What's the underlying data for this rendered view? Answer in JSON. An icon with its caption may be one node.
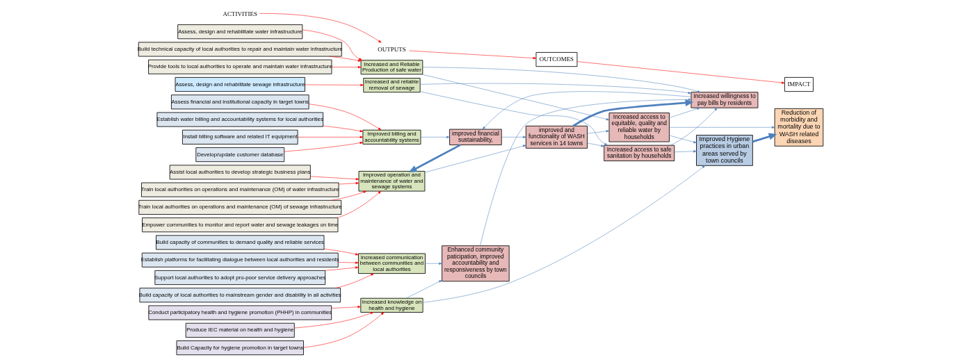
{
  "diagram": {
    "nodes": [
      {
        "text": [
          "ACTIVITIES"
        ]
      },
      {
        "text": [
          "OUTPUTS"
        ]
      },
      {
        "text": [
          "OUTCOMES"
        ]
      },
      {
        "text": [
          "IMPACT"
        ]
      },
      {
        "text": [
          "Assess, design and rehabilitate water infrastructure"
        ]
      },
      {
        "text": [
          "Build technical capacity of local authorities to repair and maintain water infrastructure"
        ]
      },
      {
        "text": [
          "Provide tools to local authorities to operate and maintain water infrastructure"
        ]
      },
      {
        "text": [
          "Assess, design and rehabilitate sewage infrastructure"
        ]
      },
      {
        "text": [
          "Assess financial and institutional capacity in target towns"
        ]
      },
      {
        "text": [
          "Establish water billing and accountability systems for local authorities"
        ]
      },
      {
        "text": [
          "Install billing software and related IT equipment"
        ]
      },
      {
        "text": [
          "Develop/update customer database"
        ]
      },
      {
        "text": [
          "Assist local authorities to develop strategic business plans"
        ]
      },
      {
        "text": [
          "Train local authorities on operations and maintenance (OM) of water infrastructure"
        ]
      },
      {
        "text": [
          "Train local authorities on operations and maintenance (OM) of sewage infrastructure"
        ]
      },
      {
        "text": [
          "Empower communities to monitor and report water and sewage leakages on time"
        ]
      },
      {
        "text": [
          "Build capacity of communities to demand quality and reliable services"
        ]
      },
      {
        "text": [
          "Establish platforms for facilitating dialogue between local authorities and residents"
        ]
      },
      {
        "text": [
          "Support local authorities to adopt pro-poor service delivery approaches"
        ]
      },
      {
        "text": [
          "Build capacity of local authorities to mainstream gender and disability in all activities"
        ]
      },
      {
        "text": [
          "Conduct participatory health and hygiene promotion (PHHP) in communities"
        ]
      },
      {
        "text": [
          "Produce IEC material on health and hygiene"
        ]
      },
      {
        "text": [
          "Build Capacity for hygiene promotion in target towns"
        ]
      },
      {
        "text": [
          "Increased and Reliable Production of safe water"
        ]
      },
      {
        "text": [
          "Increased and reliable removal of sewage"
        ]
      },
      {
        "text": [
          "Improved billing and accountability systems"
        ]
      },
      {
        "text": [
          "Improved operation and maintenance of water and sewage systems"
        ]
      },
      {
        "text": [
          "Increased communication between communities and local authorities"
        ]
      },
      {
        "text": [
          "Increased knowledge on health and hygiene"
        ]
      },
      {
        "text": [
          "improved financial sustainability,"
        ]
      },
      {
        "text": [
          "Increased willingness to pay bills by residents"
        ]
      },
      {
        "text": [
          "Enhanced community paticipation, improved accountability and responsiveness by town councils"
        ]
      },
      {
        "text": [
          "improved and functionality of WASH services in 14 towns"
        ]
      },
      {
        "text": [
          "Increased access to equitable, quality and reliable water by households"
        ]
      },
      {
        "text": [
          "Increased access to safe sanitation by households"
        ]
      },
      {
        "text": [
          "Improved Hygiene practices in urban areas served by town councils"
        ]
      },
      {
        "text": [
          "Reduction of morbidity and mortality due to WASH related diseases"
        ]
      }
    ],
    "edges": [
      {
        "from": 0,
        "to": 1,
        "arrow": "to",
        "color": "#ff0000"
      },
      {
        "from": 1,
        "to": 2,
        "arrow": "to",
        "color": "#ff0000"
      },
      {
        "from": 2,
        "to": 3,
        "arrow": "to",
        "color": "#ff0000"
      },
      {
        "from": 4,
        "to": 23,
        "arrow": "to",
        "color": "#ff0000"
      },
      {
        "from": 5,
        "to": 23,
        "arrow": "to",
        "color": "#ff0000"
      },
      {
        "from": 6,
        "to": 23,
        "arrow": "to",
        "color": "#ff0000"
      },
      {
        "from": 7,
        "to": 24,
        "arrow": "to",
        "color": "#ff0000"
      },
      {
        "from": 8,
        "to": 25,
        "arrow": "to",
        "color": "#ff0000"
      },
      {
        "from": 9,
        "to": 25,
        "arrow": "to",
        "color": "#ff0000"
      },
      {
        "from": 10,
        "to": 25,
        "arrow": "to",
        "color": "#ff0000"
      },
      {
        "from": 11,
        "to": 25,
        "arrow": "to",
        "color": "#ff0000"
      },
      {
        "from": 12,
        "to": 26,
        "arrow": "to",
        "color": "#ff0000"
      },
      {
        "from": 13,
        "to": 26,
        "arrow": "to",
        "color": "#ff0000"
      },
      {
        "from": 14,
        "to": 26,
        "arrow": "to",
        "color": "#ff0000"
      },
      {
        "from": 15,
        "to": 26,
        "arrow": "to",
        "color": "#ff0000"
      },
      {
        "from": 16,
        "to": 27,
        "arrow": "to",
        "color": "#ff0000"
      },
      {
        "from": 17,
        "to": 27,
        "arrow": "to",
        "color": "#ff0000"
      },
      {
        "from": 18,
        "to": 27,
        "arrow": "to",
        "color": "#ff0000"
      },
      {
        "from": 19,
        "to": 27,
        "arrow": "to",
        "color": "#ff0000"
      },
      {
        "from": 20,
        "to": 28,
        "arrow": "to",
        "color": "#ff0000"
      },
      {
        "from": 21,
        "to": 28,
        "arrow": "to",
        "color": "#ff0000"
      },
      {
        "from": 22,
        "to": 28,
        "arrow": "to",
        "color": "#ff0000"
      },
      {
        "from": 23,
        "to": 33,
        "arrow": "to",
        "color": "#4f81bd"
      },
      {
        "from": 23,
        "to": 30,
        "arrow": "to",
        "color": "#4f81bd"
      },
      {
        "from": 24,
        "to": 34,
        "arrow": "to",
        "color": "#4f81bd"
      },
      {
        "from": 24,
        "to": 30,
        "arrow": "to",
        "color": "#4f81bd"
      },
      {
        "from": 25,
        "to": 29,
        "arrow": "to",
        "color": "#4f81bd"
      },
      {
        "from": 29,
        "to": 26,
        "arrow": "to",
        "style": "thick",
        "color": "#4f81bd"
      },
      {
        "from": 26,
        "to": 32,
        "arrow": "to",
        "color": "#4f81bd"
      },
      {
        "from": 29,
        "to": 32,
        "arrow": "to",
        "color": "#4f81bd"
      },
      {
        "from": 32,
        "to": 30,
        "arrow": "to",
        "style": "thick",
        "color": "#4f81bd"
      },
      {
        "from": 30,
        "to": 29,
        "arrow": "to",
        "color": "#4f81bd"
      },
      {
        "from": 31,
        "to": 30,
        "arrow": "to",
        "color": "#4f81bd"
      },
      {
        "from": 27,
        "to": 31,
        "arrow": "to",
        "color": "#4f81bd"
      },
      {
        "from": 28,
        "to": 31,
        "arrow": "to",
        "color": "#4f81bd"
      },
      {
        "from": 28,
        "to": 35,
        "arrow": "to",
        "color": "#4f81bd"
      },
      {
        "from": 33,
        "to": 30,
        "arrow": "to",
        "color": "#4f81bd"
      },
      {
        "from": 32,
        "to": 33,
        "arrow": "to",
        "color": "#4f81bd"
      },
      {
        "from": 32,
        "to": 34,
        "arrow": "to",
        "color": "#4f81bd"
      },
      {
        "from": 34,
        "to": 30,
        "arrow": "to",
        "color": "#4f81bd"
      },
      {
        "from": 33,
        "to": 35,
        "arrow": "to",
        "color": "#4f81bd"
      },
      {
        "from": 34,
        "to": 35,
        "arrow": "to",
        "color": "#4f81bd"
      },
      {
        "from": 33,
        "to": 36,
        "arrow": "to",
        "color": "#4f81bd"
      },
      {
        "from": 35,
        "to": 36,
        "arrow": "to",
        "style": "thick",
        "color": "#4f81bd"
      }
    ]
  }
}
